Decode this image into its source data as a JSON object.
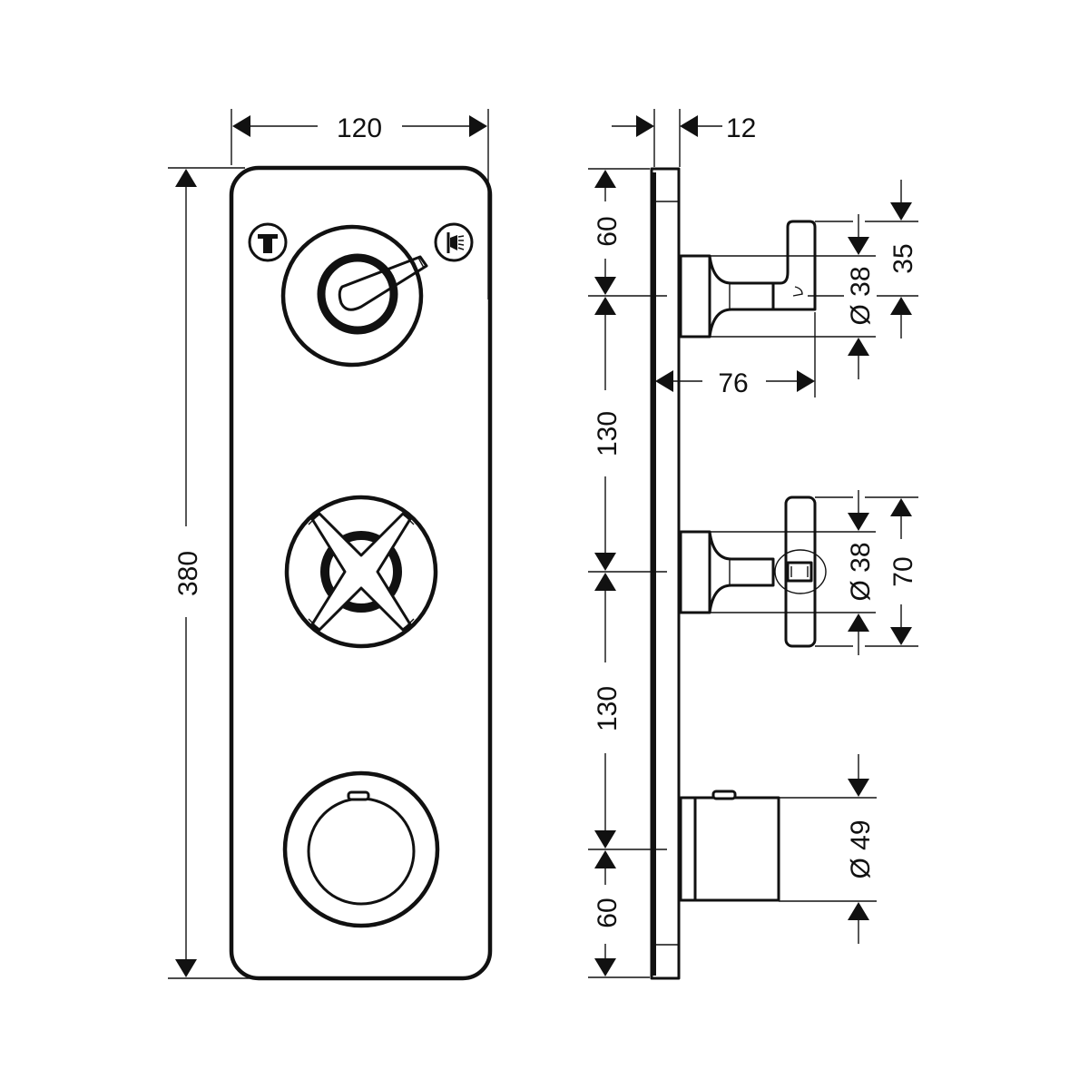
{
  "drawing": {
    "type": "technical-dimension-drawing",
    "subject": "concealed thermostatic shower mixer trim plate with three controls",
    "colors": {
      "line": "#111111",
      "background": "#ffffff"
    }
  },
  "front_view": {
    "controls": [
      {
        "name": "diverter-lever",
        "position": "top",
        "symbols": [
          "bath-spout-icon",
          "shower-head-icon"
        ]
      },
      {
        "name": "cross-handle-valve",
        "position": "middle"
      },
      {
        "name": "thermostat-knob",
        "position": "bottom"
      }
    ],
    "dimensions": {
      "width": "120",
      "height": "380"
    }
  },
  "side_view": {
    "dimensions": {
      "plate_thickness": "12",
      "top_to_first_axis": "60",
      "axis_spacing_1": "130",
      "axis_spacing_2": "130",
      "last_axis_to_bottom": "60",
      "lever_projection": "76",
      "lever_diameter": "Ø 38",
      "lever_height_offset": "35",
      "cross_handle_diameter": "Ø 38",
      "cross_handle_span": "70",
      "thermostat_diameter": "Ø 49"
    }
  }
}
